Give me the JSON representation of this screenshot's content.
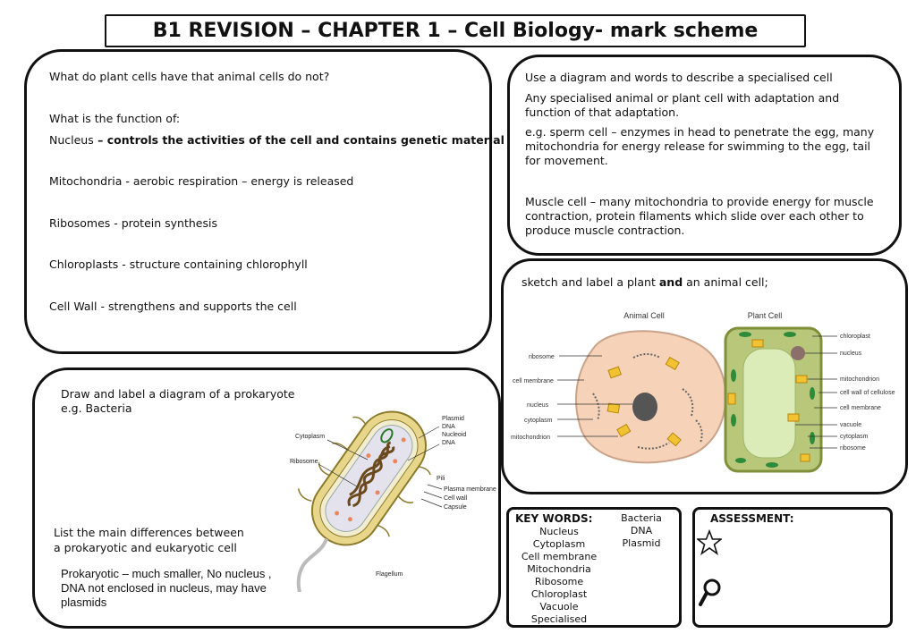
{
  "title": "B1 REVISION – CHAPTER 1 – Cell Biology- mark scheme",
  "left_box": {
    "q1": "What do plant cells have that animal cells do not?",
    "q2": "What is the function of:",
    "nucleus_label": "Nucleus",
    "nucleus_answer": " – controls the activities of the cell and contains genetic material",
    "mitochondria": "Mitochondria - aerobic respiration – energy is released",
    "ribosomes": "Ribosomes - protein synthesis",
    "chloroplasts": "Chloroplasts - structure containing chlorophyll",
    "cell_wall": "Cell Wall - strengthens and supports the cell"
  },
  "specialised_box": {
    "question": "Use a diagram and words to describe a specialised cell",
    "p1": "Any specialised animal or plant cell with adaptation and function of that adaptation.",
    "p2": "e.g. sperm cell – enzymes in head to penetrate the egg, many mitochondria for energy release for swimming to the egg, tail for movement.",
    "p3": "Muscle cell – many mitochondria to provide energy for muscle contraction, protein filaments which slide over each other to produce muscle contraction."
  },
  "sketch_box": {
    "prompt_pre": "sketch and label a plant ",
    "prompt_bold": "and",
    "prompt_post": " an animal cell;",
    "animal_title": "Animal Cell",
    "plant_title": "Plant Cell",
    "animal_labels": [
      "ribosome",
      "cell membrane",
      "nucleus",
      "cytoplasm",
      "mitochondrion"
    ],
    "plant_labels": [
      "chloroplast",
      "nucleus",
      "mitochondrion",
      "cell wall of cellulose",
      "cell membrane",
      "vacuole",
      "cytoplasm",
      "ribosome"
    ]
  },
  "prokaryote_box": {
    "q1_line1": "Draw and label a diagram of a prokaryote",
    "q1_line2": "e.g. Bacteria",
    "labels": {
      "cytoplasm": "Cytoplasm",
      "ribosome": "Ribosome",
      "plasmid": "Plasmid",
      "dna": "DNA",
      "nucleoid": "Nucleoid",
      "dna2": "DNA",
      "pili": "Pili",
      "plasma_membrane": "Plasma membrane",
      "cell_wall": "Cell wall",
      "capsule": "Capsule",
      "flagellum": "Flagellum"
    },
    "q2_line1": "List the main differences between",
    "q2_line2": "a prokaryotic and eukaryotic cell",
    "answer": "Prokaryotic – much smaller, No nucleus , DNA not enclosed in nucleus, may have plasmids"
  },
  "keywords_box": {
    "title": "KEY WORDS:",
    "col1": [
      "Nucleus",
      "Cytoplasm",
      "Cell membrane",
      "Mitochondria",
      "Ribosome",
      "Chloroplast",
      "Vacuole",
      "Specialised"
    ],
    "col2": [
      "Bacteria",
      "DNA",
      "Plasmid"
    ]
  },
  "assessment_box": {
    "title": "ASSESSMENT:",
    "icons": [
      "star-icon",
      "magnifier-icon"
    ]
  }
}
